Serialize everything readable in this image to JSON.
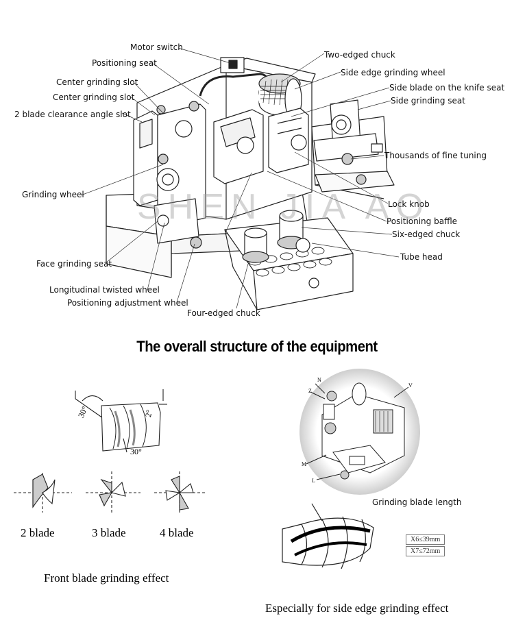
{
  "labels": {
    "motor_switch": "Motor switch",
    "positioning_seat": "Positioning seat",
    "center_grinding_slot_1": "Center grinding slot",
    "center_grinding_slot_2": "Center grinding slot",
    "blade_clearance_slot": "2 blade clearance angle slot",
    "grinding_wheel": "Grinding wheel",
    "face_grinding_seat": "Face grinding seat",
    "longitudinal_twisted_wheel": "Longitudinal twisted wheel",
    "positioning_adjustment_wheel": "Positioning adjustment wheel",
    "four_edged_chuck": "Four-edged chuck",
    "two_edged_chuck": "Two-edged chuck",
    "side_edge_grinding_wheel": "Side edge grinding wheel",
    "side_blade_knife_seat": "Side blade on the knife seat",
    "side_grinding_seat": "Side grinding seat",
    "thousands_fine_tuning": "Thousands of fine tuning",
    "lock_knob": "Lock knob",
    "positioning_baffle": "Positioning baffle",
    "six_edged_chuck": "Six-edged chuck",
    "tube_head": "Tube head"
  },
  "watermark": "SHEN JIA AO",
  "title": "The overall structure of the equipment",
  "angles": {
    "a1": "30°",
    "a2": "2°",
    "a3": "30°"
  },
  "blades": {
    "two": "2 blade",
    "three": "3 blade",
    "four": "4 blade"
  },
  "front_caption": "Front blade grinding effect",
  "letters": {
    "n": "N",
    "z": "Z",
    "v": "V",
    "m": "M",
    "l": "L"
  },
  "grinding_blade_length": "Grinding blade length",
  "specs": {
    "x6": "X6≤39mm",
    "x7": "X7≤72mm"
  },
  "side_caption": "Especially for side edge grinding effect"
}
